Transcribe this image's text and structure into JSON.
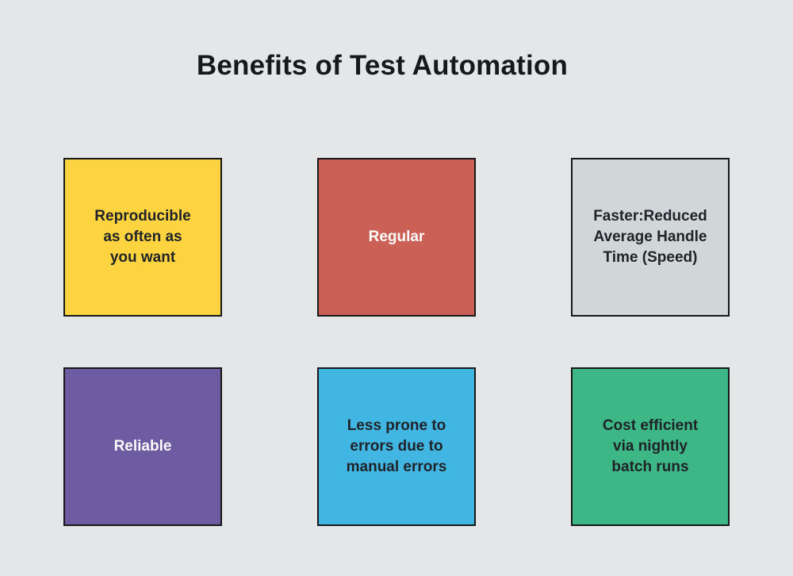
{
  "title": "Benefits of Test Automation",
  "colors": {
    "page-bg": "#e5e6e8",
    "title-color": "#17181a",
    "border": "#17181a"
  },
  "boxes": [
    {
      "id": "reproducible",
      "label": "Reproducible\nas often as\nyou want",
      "bg": "#fdd43f",
      "fg": "#1f2328"
    },
    {
      "id": "regular",
      "label": "Regular",
      "bg": "#cb6156",
      "fg": "#fafafa"
    },
    {
      "id": "faster",
      "label": "Faster:Reduced\nAverage Handle\nTime (Speed)",
      "bg": "#d1d6d9",
      "fg": "#1f2328"
    },
    {
      "id": "reliable",
      "label": "Reliable",
      "bg": "#6d5ca1",
      "fg": "#fafafa"
    },
    {
      "id": "less-errors",
      "label": "Less prone to\nerrors due to\nmanual errors",
      "bg": "#42b6e2",
      "fg": "#1f2328"
    },
    {
      "id": "cost-efficient",
      "label": "Cost efficient\nvia nightly\nbatch runs",
      "bg": "#3eb787",
      "fg": "#1f2328"
    }
  ]
}
